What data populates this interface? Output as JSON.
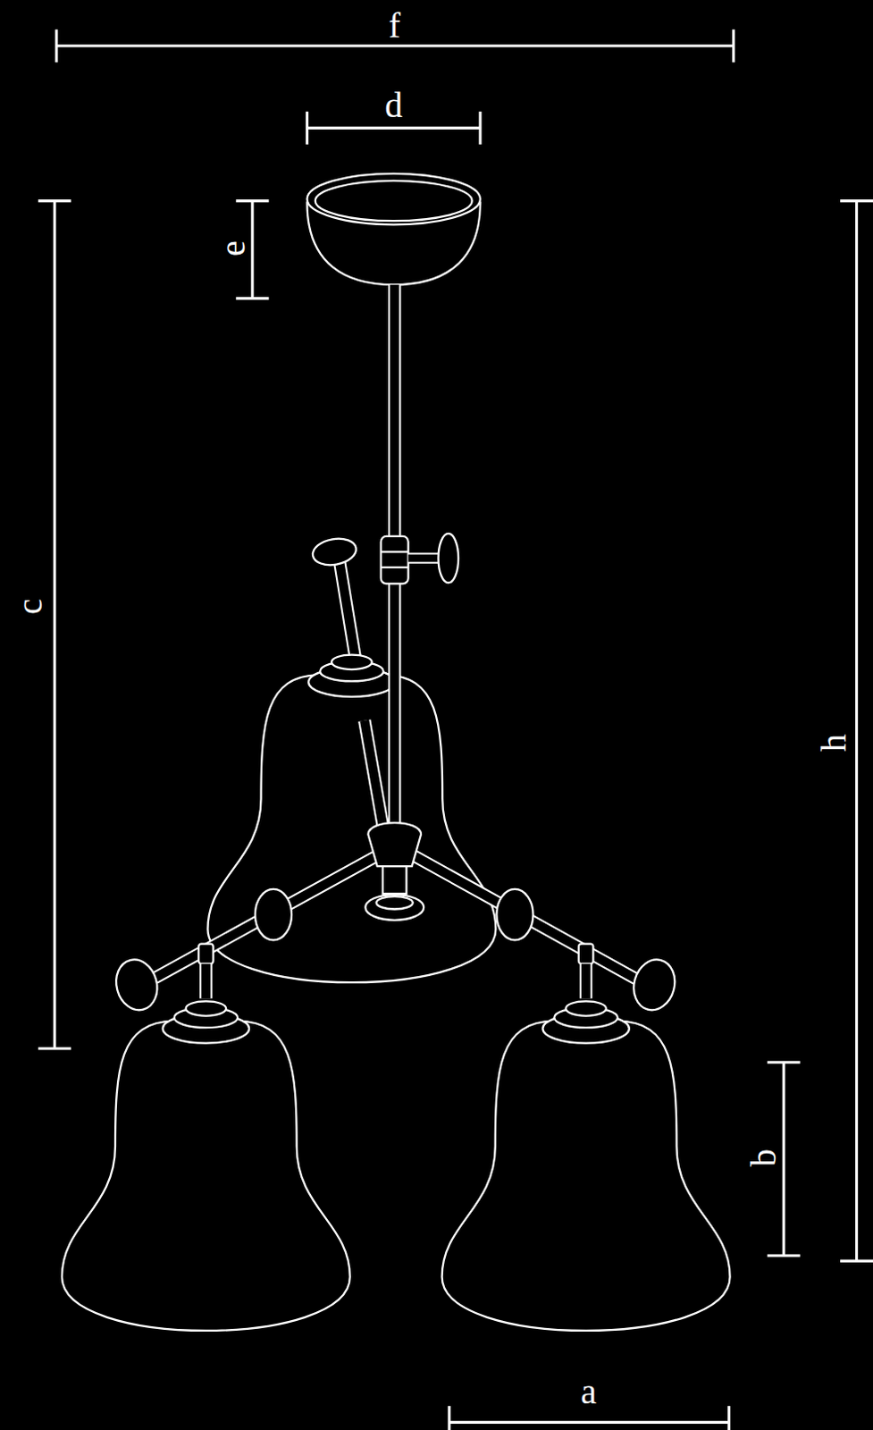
{
  "diagram": {
    "labels": [
      "f",
      "d",
      "e",
      "c",
      "h",
      "b",
      "a"
    ]
  }
}
